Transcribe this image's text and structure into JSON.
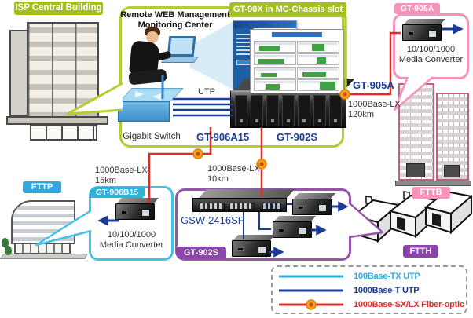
{
  "isp": {
    "label": "ISP Central Building"
  },
  "management_zone": {
    "callout": "GT-90X in MC-Chassis slot",
    "center_line1": "Remote WEB Management",
    "center_line2": "Monitoring Center",
    "gigabit_switch": "Gigabit Switch",
    "utp": "UTP",
    "chassis": {
      "label": "GT-905A",
      "slot_left": "GT-906A15",
      "slot_right": "GT-902S"
    }
  },
  "links": {
    "fttb": {
      "standard": "1000Base-LX",
      "distance": "120km"
    },
    "fttp": {
      "standard": "1000Base-LX",
      "distance": "15km"
    },
    "ftth": {
      "standard": "1000Base-LX",
      "distance": "10km"
    }
  },
  "fttb": {
    "zone": "FTTB",
    "converter": {
      "label": "GT-905A",
      "caption_line1": "10/100/1000",
      "caption_line2": "Media Converter"
    }
  },
  "fttp": {
    "zone": "FTTP",
    "converter": {
      "label": "GT-906B15",
      "caption_line1": "10/100/1000",
      "caption_line2": "Media Converter"
    }
  },
  "ftth": {
    "zone": "FTTH",
    "box_label": "GT-902S",
    "switch_label": "GSW-2416SF"
  },
  "legend": {
    "items": [
      {
        "label": "100Base-TX UTP",
        "color": "#2fa8e0"
      },
      {
        "label": "1000Base-T UTP",
        "color": "#1b3c96"
      },
      {
        "label": "1000Base-SX/LX Fiber-optic",
        "color": "#df2b26"
      }
    ]
  },
  "colors": {
    "green_label": "#a3c021",
    "green_border": "#b4cc2e",
    "navy": "#1b3c96",
    "pink": "#f493bc",
    "cyan": "#45c1e6",
    "cyan_dark": "#2cb3d9",
    "purple": "#9457a8",
    "purple_dark": "#8e44ad",
    "fiber_red": "#df2b26",
    "utp_light": "#2fa8e0",
    "dot_orange": "#f9a11b"
  }
}
